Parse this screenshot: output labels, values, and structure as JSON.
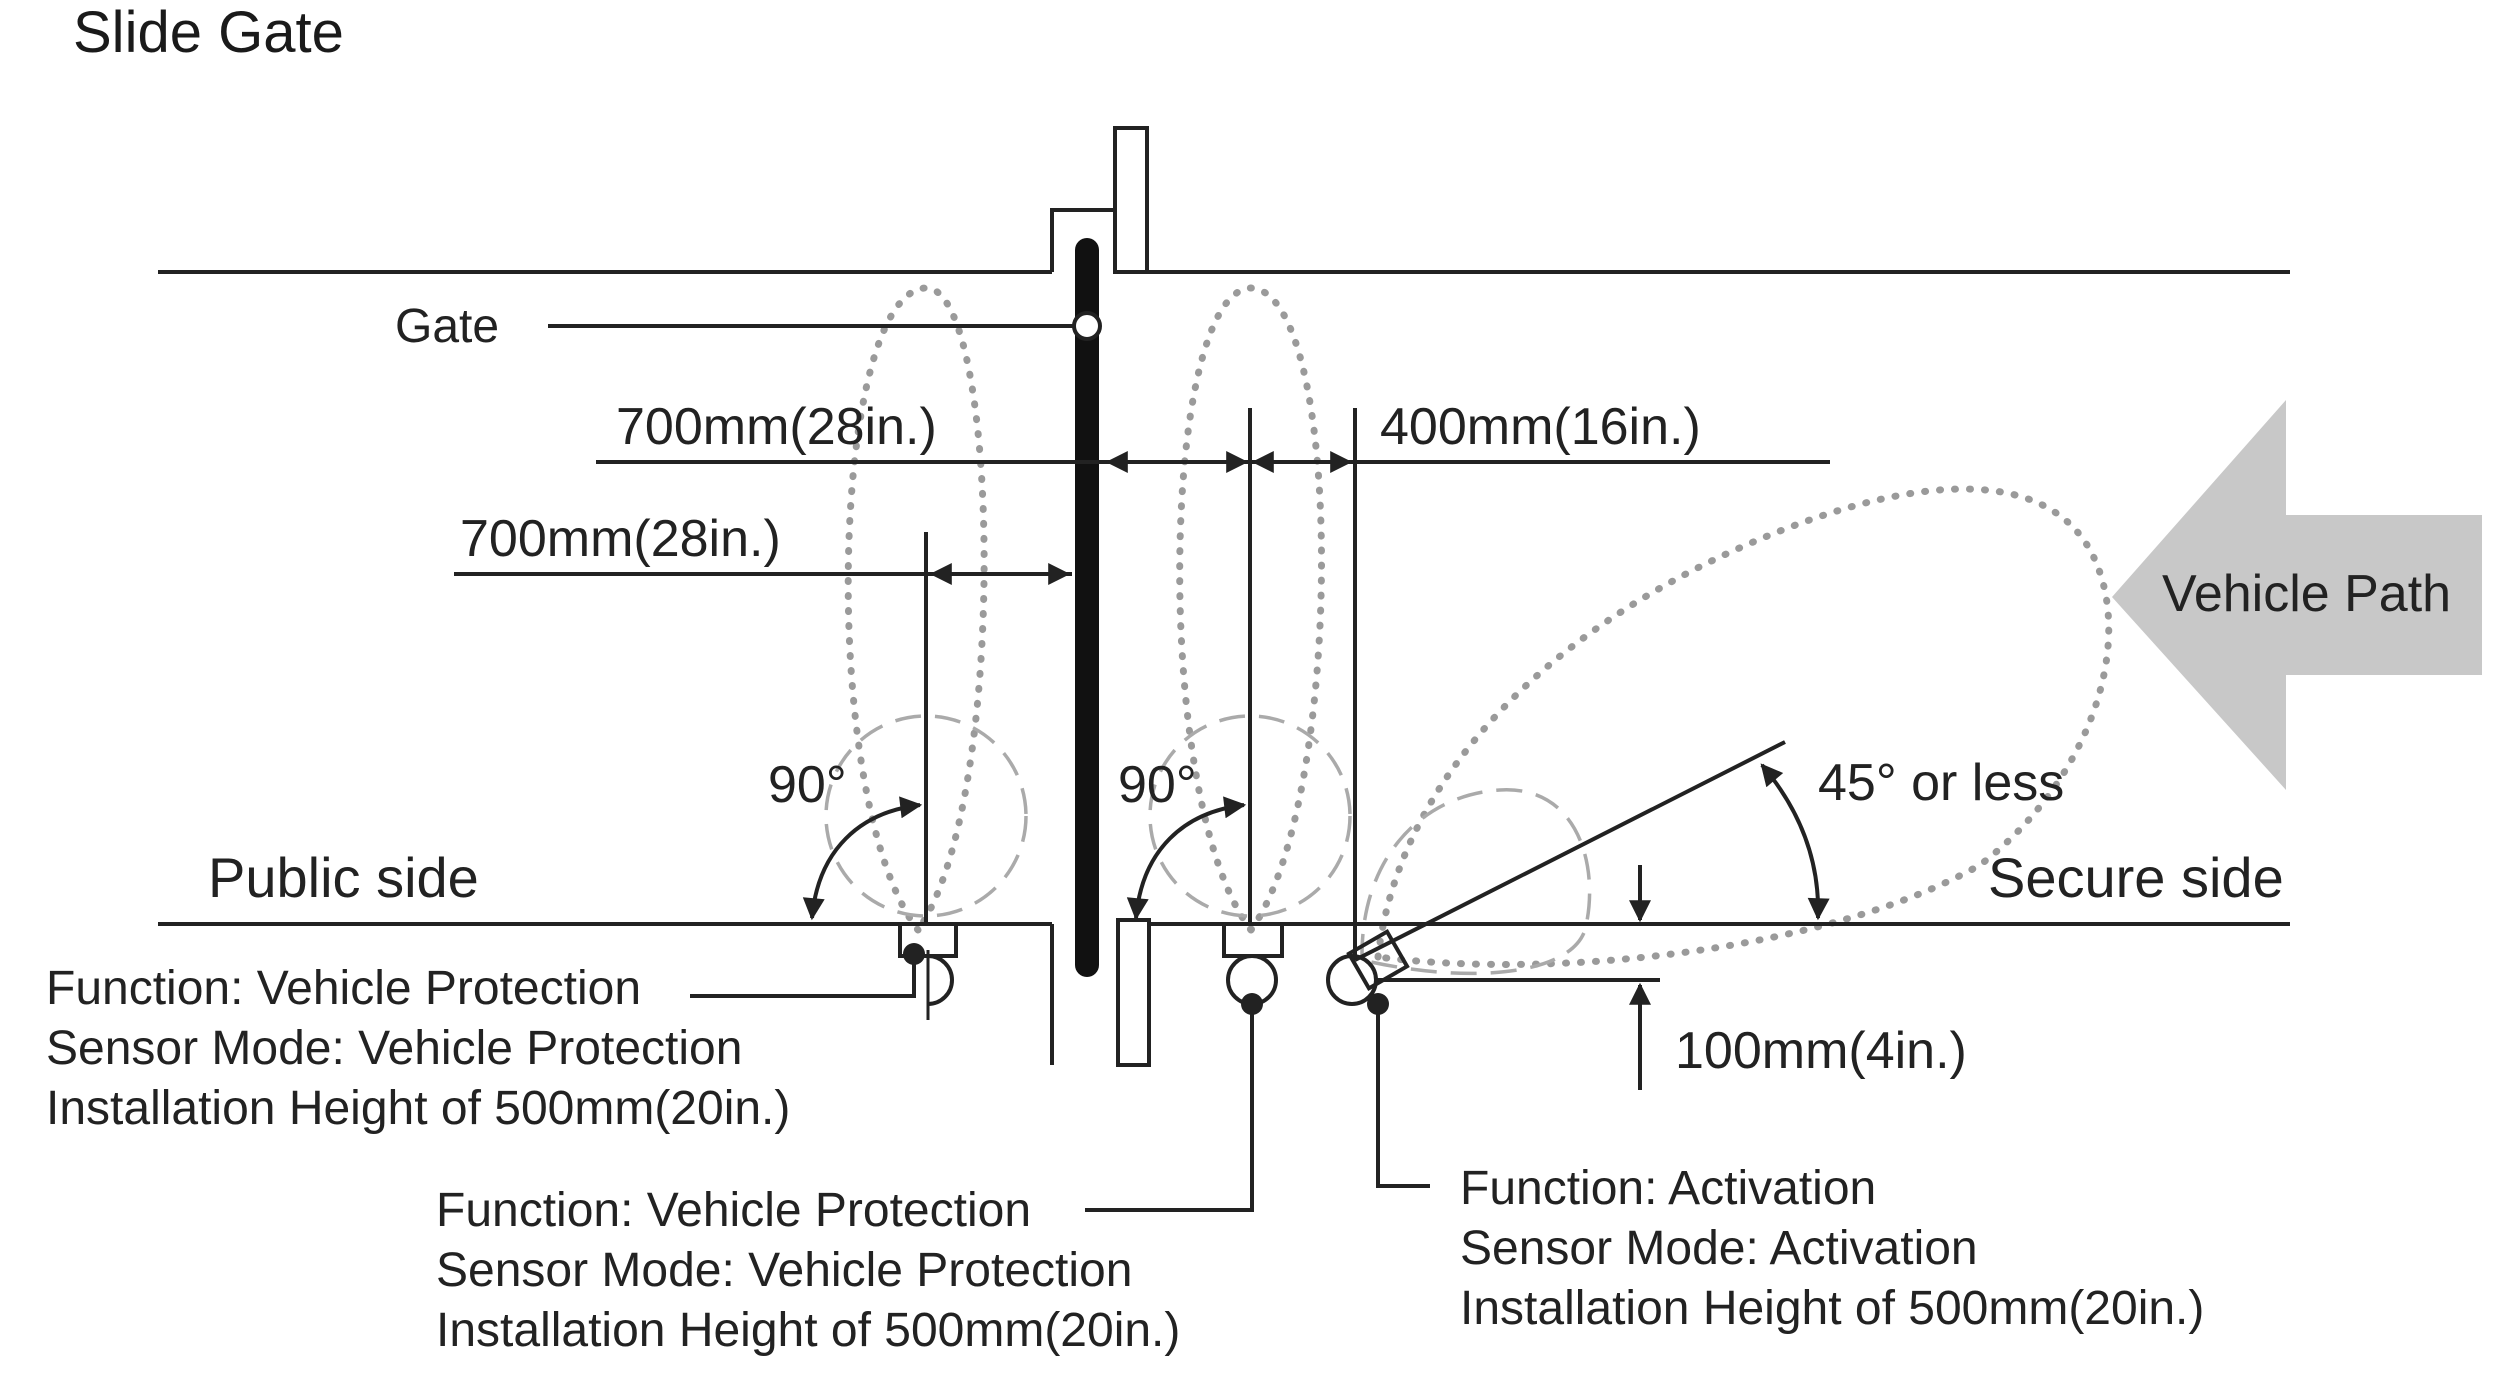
{
  "title": "Slide Gate",
  "labels": {
    "gate": "Gate",
    "public_side": "Public side",
    "secure_side": "Secure side",
    "vehicle_path": "Vehicle Path"
  },
  "dimensions": {
    "top_left": "700mm(28in.)",
    "mid_left": "700mm(28in.)",
    "top_right": "400mm(16in.)",
    "height_offset": "100mm(4in.)"
  },
  "angles": {
    "left": "90°",
    "center": "90°",
    "activation": "45° or less"
  },
  "callouts": {
    "left": {
      "function": "Function: Vehicle Protection",
      "mode": "Sensor Mode: Vehicle Protection",
      "height": "Installation Height of 500mm(20in.)"
    },
    "center": {
      "function": "Function: Vehicle Protection",
      "mode": "Sensor Mode: Vehicle Protection",
      "height": "Installation Height of 500mm(20in.)"
    },
    "right": {
      "function": "Function: Activation",
      "mode": "Sensor Mode: Activation",
      "height": "Installation Height of 500mm(20in.)"
    }
  },
  "colors": {
    "ink": "#222222",
    "detection_dotted": "#9a9a9a",
    "detection_dashed": "#aaaaaa",
    "arrow_fill": "#c8c8c8"
  }
}
